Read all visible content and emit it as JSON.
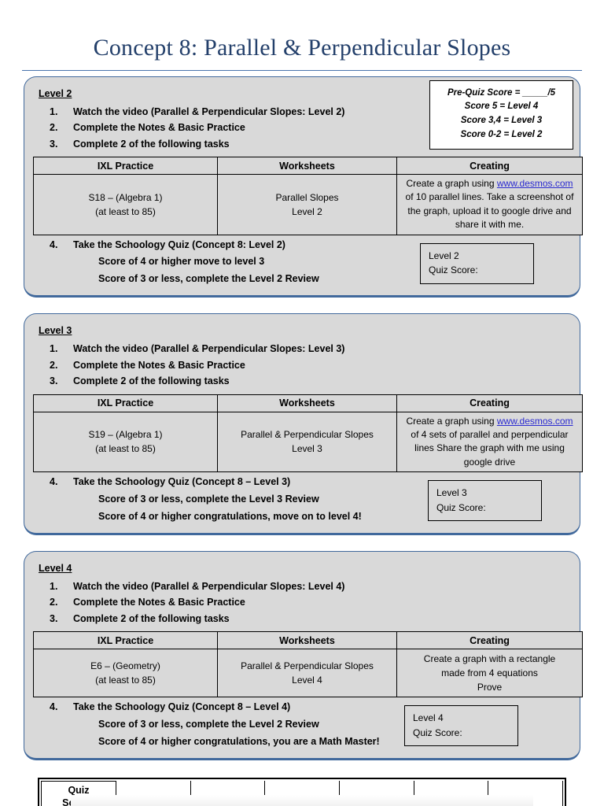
{
  "document": {
    "title": "Concept 8:  Parallel & Perpendicular Slopes"
  },
  "prequiz": {
    "lines": [
      "Pre-Quiz Score = _____/5",
      "Score 5 = Level 4",
      "Score  3,4 = Level 3",
      "Score 0-2 = Level 2"
    ]
  },
  "table_headers": {
    "ixl": "IXL Practice",
    "worksheets": "Worksheets",
    "creating": "Creating"
  },
  "levels": [
    {
      "heading": "Level 2",
      "tasks": [
        {
          "num": "1.",
          "text": "Watch the video (Parallel & Perpendicular Slopes:  Level 2)"
        },
        {
          "num": "2.",
          "text": "Complete the Notes & Basic Practice"
        },
        {
          "num": "3.",
          "text": "Complete 2 of the following tasks"
        }
      ],
      "ixl": [
        "S18 – (Algebra 1)",
        "(at least to 85)"
      ],
      "worksheets": [
        "Parallel Slopes",
        "Level 2"
      ],
      "creating_pre": "Create a graph using",
      "creating_link": "www.desmos.com",
      "creating_post": " of 10 parallel lines.  Take a screenshot of the graph, upload it to google drive and share it with me.",
      "creating_plain": [],
      "footer_main": {
        "num": "4.",
        "text": "Take the Schoology Quiz (Concept 8:  Level 2)"
      },
      "footer_subs": [
        "Score of 4 or higher move to level 3",
        "Score of 3 or less, complete the Level 2 Review"
      ],
      "quizbox": {
        "level": "Level 2",
        "label": "Quiz Score:"
      }
    },
    {
      "heading": "Level 3",
      "tasks": [
        {
          "num": "1.",
          "text": "Watch the video (Parallel & Perpendicular Slopes:  Level 3)"
        },
        {
          "num": "2.",
          "text": "Complete the Notes & Basic Practice"
        },
        {
          "num": "3.",
          "text": "Complete 2 of the following tasks"
        }
      ],
      "ixl": [
        "S19 – (Algebra 1)",
        "(at least to 85)"
      ],
      "worksheets": [
        "Parallel & Perpendicular Slopes",
        "Level 3"
      ],
      "creating_pre": "Create a graph using",
      "creating_link": "www.desmos.com",
      "creating_post": " of 4 sets of parallel and perpendicular lines Share the graph with me using google drive",
      "creating_plain": [],
      "footer_main": {
        "num": "4.",
        "text": "Take the Schoology Quiz (Concept 8 – Level 3)"
      },
      "footer_subs": [
        "Score of 3 or less, complete the Level 3 Review",
        "Score of 4 or higher congratulations, move on to level 4!"
      ],
      "quizbox": {
        "level": "Level 3",
        "label": "Quiz Score:"
      }
    },
    {
      "heading": "Level 4",
      "tasks": [
        {
          "num": "1.",
          "text": "Watch the video (Parallel & Perpendicular Slopes:  Level 4)"
        },
        {
          "num": "2.",
          "text": "Complete the Notes & Basic Practice"
        },
        {
          "num": "3.",
          "text": "Complete 2 of the following tasks"
        }
      ],
      "ixl": [
        "E6 – (Geometry)",
        "(at least to 85)"
      ],
      "worksheets": [
        "Parallel & Perpendicular Slopes",
        "Level 4"
      ],
      "creating_pre": "",
      "creating_link": "",
      "creating_post": "",
      "creating_plain": [
        "Create a graph with a rectangle",
        "made from 4 equations",
        "Prove"
      ],
      "footer_main": {
        "num": "4.",
        "text": "Take the Schoology Quiz (Concept 8 – Level 4)"
      },
      "footer_subs": [
        "Score of 3 or less, complete the Level 2 Review",
        "Score of 4 or higher congratulations, you are a Math Master!"
      ],
      "quizbox": {
        "level": "Level 4",
        "label": "Quiz Score:"
      }
    }
  ],
  "scores_strip": {
    "label_line1": "Quiz",
    "label_line2": "Scores",
    "blank_cells": 6
  },
  "colors": {
    "title": "#24406b",
    "panel_border": "#41699c",
    "panel_fill": "#d9d9d9",
    "link": "#2a2ad0"
  }
}
